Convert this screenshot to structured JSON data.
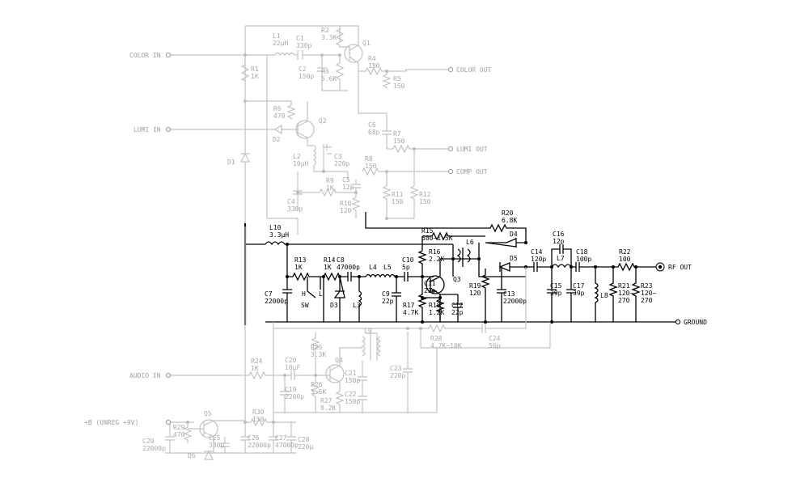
{
  "io": {
    "color_in": "COLOR IN",
    "color_out": "COLOR OUT",
    "lumi_in": "LUMI IN",
    "lumi_out": "LUMI OUT",
    "comp_out": "COMP OUT",
    "audio_in": "AUDIO IN",
    "supply": "+B (UNREG +9V)",
    "rf_out": "RF OUT",
    "ground": "GROUND"
  },
  "components": {
    "L1": [
      "L1",
      "22µH"
    ],
    "C1": [
      "C1",
      "330p"
    ],
    "R2": [
      "R2",
      "3.3K"
    ],
    "Q1": [
      "Q1"
    ],
    "R4": [
      "R4",
      "180"
    ],
    "R1": [
      "R1",
      "1K"
    ],
    "C2": [
      "C2",
      "150p"
    ],
    "R3": [
      "R3",
      "5.6K"
    ],
    "R5": [
      "R5",
      "150"
    ],
    "R6": [
      "R6",
      "470"
    ],
    "Q2": [
      "Q2"
    ],
    "D2": [
      "D2"
    ],
    "D1": [
      "D1"
    ],
    "C6": [
      "C6",
      "68p"
    ],
    "R7": [
      "R7",
      "150"
    ],
    "L2": [
      "L2",
      "10µH"
    ],
    "C3": [
      "C3",
      "220p"
    ],
    "R8": [
      "R8",
      "150"
    ],
    "C5": [
      "C5",
      "12p"
    ],
    "R9": [
      "R9",
      "1K"
    ],
    "C4": [
      "C4",
      "330p"
    ],
    "R10": [
      "R10",
      "120"
    ],
    "R11": [
      "R11",
      "150"
    ],
    "R12": [
      "R12",
      "150"
    ],
    "R20": [
      "R20",
      "6.8K"
    ],
    "L10": [
      "L10",
      "3.3µH"
    ],
    "R15": [
      "R15",
      "680~1.5K"
    ],
    "D4": [
      "D4"
    ],
    "L6": [
      "L6"
    ],
    "C16": [
      "C16",
      "12p"
    ],
    "R13": [
      "R13",
      "1K"
    ],
    "R14": [
      "R14",
      "1K"
    ],
    "C8": [
      "C8",
      "47000p"
    ],
    "L4": [
      "L4"
    ],
    "L5": [
      "L5"
    ],
    "C10": [
      "C10",
      "5p"
    ],
    "R16": [
      "R16",
      "2.2K"
    ],
    "D5": [
      "D5"
    ],
    "C14": [
      "C14",
      "120p"
    ],
    "L7": [
      "L7"
    ],
    "C18": [
      "C18",
      "100p"
    ],
    "R22": [
      "R22",
      "100"
    ],
    "C7": [
      "C7",
      "22000p"
    ],
    "SW": [
      "SW"
    ],
    "H": [
      "H"
    ],
    "L": [
      "L"
    ],
    "D3": [
      "D3"
    ],
    "L3": [
      "L3"
    ],
    "C9": [
      "C9",
      "22p"
    ],
    "C11": [
      "C11",
      "22p"
    ],
    "Q3": [
      "Q3"
    ],
    "R19": [
      "R19",
      "120"
    ],
    "C13": [
      "C13",
      "22000p"
    ],
    "C15": [
      "C15",
      "39p"
    ],
    "C17": [
      "C17",
      "39p"
    ],
    "L8": [
      "L8"
    ],
    "R21": [
      "R21",
      "120~",
      "270"
    ],
    "R23": [
      "R23",
      "120~",
      "270"
    ],
    "R17": [
      "R17",
      "4.7K"
    ],
    "R18": [
      "R18",
      "1.2K"
    ],
    "C12": [
      "C12",
      "22p"
    ],
    "L9": [
      "L9"
    ],
    "R28": [
      "R28",
      "4.7K~10K"
    ],
    "C24": [
      "C24",
      "56p"
    ],
    "R25": [
      "R25",
      "3.3K"
    ],
    "R24": [
      "R24",
      "1K"
    ],
    "C20": [
      "C20",
      "10µF"
    ],
    "Q4": [
      "Q4"
    ],
    "C21": [
      "C21",
      "150p"
    ],
    "C23": [
      "C23",
      "220p"
    ],
    "C19": [
      "C19",
      "2200p"
    ],
    "R26": [
      "R26",
      "5.6K"
    ],
    "R27": [
      "R27",
      "8.2K"
    ],
    "C22": [
      "C22",
      "150p"
    ],
    "Q5": [
      "Q5"
    ],
    "R30": [
      "R30",
      "150"
    ],
    "R29": [
      "R29",
      "470"
    ],
    "C25": [
      "C25",
      "330µ"
    ],
    "C26": [
      "C26",
      "22000p"
    ],
    "C27": [
      "C27",
      "47000p"
    ],
    "C28": [
      "C28",
      "220µ"
    ],
    "C29": [
      "C29",
      "22000p"
    ],
    "D6": [
      "D6"
    ]
  }
}
